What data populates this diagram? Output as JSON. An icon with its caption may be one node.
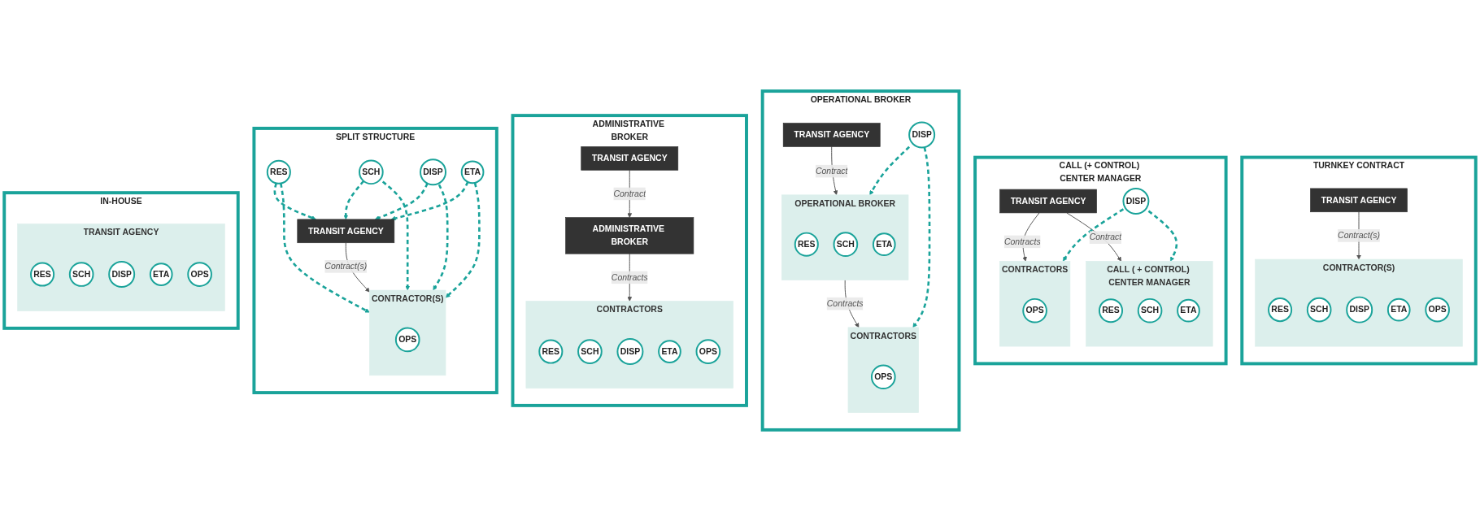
{
  "diagram": {
    "nodes": [
      {
        "text": [
          "IN-HOUSE"
        ]
      },
      {
        "text": [
          "TRANSIT AGENCY"
        ],
        "in": 0
      },
      {
        "text": [
          "RES"
        ],
        "in": 1
      },
      {
        "text": [
          "SCH"
        ],
        "in": 1
      },
      {
        "text": [
          "DISP"
        ],
        "in": 1
      },
      {
        "text": [
          "ETA"
        ],
        "in": 1
      },
      {
        "text": [
          "OPS"
        ],
        "in": 1
      },
      {
        "text": [
          "SPLIT STRUCTURE"
        ]
      },
      {
        "text": [
          "TRANSIT AGENCY"
        ],
        "in": 7
      },
      {
        "text": [
          "RES"
        ],
        "in": 7
      },
      {
        "text": [
          "SCH"
        ],
        "in": 7
      },
      {
        "text": [
          "DISP"
        ],
        "in": 7
      },
      {
        "text": [
          "ETA"
        ],
        "in": 7
      },
      {
        "text": [
          "CONTRACTOR(S)"
        ],
        "in": 7
      },
      {
        "text": [
          "OPS"
        ],
        "in": 13
      },
      {
        "text": [
          "ADMINISTRATIVE BROKER"
        ]
      },
      {
        "text": [
          "TRANSIT AGENCY"
        ],
        "in": 15
      },
      {
        "text": [
          "ADMINISTRATIVE BROKER"
        ],
        "in": 15
      },
      {
        "text": [
          "CONTRACTORS"
        ],
        "in": 15
      },
      {
        "text": [
          "RES"
        ],
        "in": 18
      },
      {
        "text": [
          "SCH"
        ],
        "in": 18
      },
      {
        "text": [
          "DISP"
        ],
        "in": 18
      },
      {
        "text": [
          "ETA"
        ],
        "in": 18
      },
      {
        "text": [
          "OPS"
        ],
        "in": 18
      },
      {
        "text": [
          "OPERATIONAL BROKER"
        ]
      },
      {
        "text": [
          "TRANSIT AGENCY"
        ],
        "in": 24
      },
      {
        "text": [
          "OPERATIONAL BROKER"
        ],
        "in": 24
      },
      {
        "text": [
          "RES"
        ],
        "in": 26
      },
      {
        "text": [
          "SCH"
        ],
        "in": 26
      },
      {
        "text": [
          "ETA"
        ],
        "in": 26
      },
      {
        "text": [
          "DISP"
        ],
        "in": 24
      },
      {
        "text": [
          "CONTRACTORS"
        ],
        "in": 24
      },
      {
        "text": [
          "OPS"
        ],
        "in": 31
      },
      {
        "text": [
          "CALL (+ CONTROL) CENTER MANAGER"
        ]
      },
      {
        "text": [
          "TRANSIT AGENCY"
        ],
        "in": 33
      },
      {
        "text": [
          "CALL ( + CONTROL) CENTER MANAGER"
        ],
        "in": 33
      },
      {
        "text": [
          "RES"
        ],
        "in": 35
      },
      {
        "text": [
          "SCH"
        ],
        "in": 35
      },
      {
        "text": [
          "ETA"
        ],
        "in": 35
      },
      {
        "text": [
          "DISP"
        ],
        "in": 33
      },
      {
        "text": [
          "CONTRACTORS"
        ],
        "in": 33
      },
      {
        "text": [
          "OPS"
        ],
        "in": 40
      },
      {
        "text": [
          "TURNKEY CONTRACT"
        ]
      },
      {
        "text": [
          "TRANSIT AGENCY"
        ],
        "in": 42
      },
      {
        "text": [
          "CONTRACTOR(S)"
        ],
        "in": 42
      },
      {
        "text": [
          "RES"
        ],
        "in": 44
      },
      {
        "text": [
          "SCH"
        ],
        "in": 44
      },
      {
        "text": [
          "DISP"
        ],
        "in": 44
      },
      {
        "text": [
          "ETA"
        ],
        "in": 44
      },
      {
        "text": [
          "OPS"
        ],
        "in": 44
      }
    ],
    "edges": [
      {
        "from": 8,
        "to": 13,
        "arrow": "to",
        "label": "Contract(s)"
      },
      {
        "from": 9,
        "to": 8,
        "arrow": "to",
        "style": "dashed",
        "color": "#1aa39a"
      },
      {
        "from": 9,
        "to": 13,
        "arrow": "to",
        "style": "dashed",
        "color": "#1aa39a"
      },
      {
        "from": 10,
        "to": 8,
        "arrow": "to",
        "style": "dashed",
        "color": "#1aa39a"
      },
      {
        "from": 10,
        "to": 13,
        "arrow": "to",
        "style": "dashed",
        "color": "#1aa39a"
      },
      {
        "from": 11,
        "to": 8,
        "arrow": "to",
        "style": "dashed",
        "color": "#1aa39a"
      },
      {
        "from": 11,
        "to": 13,
        "arrow": "to",
        "style": "dashed",
        "color": "#1aa39a"
      },
      {
        "from": 12,
        "to": 8,
        "arrow": "to",
        "style": "dashed",
        "color": "#1aa39a"
      },
      {
        "from": 12,
        "to": 13,
        "arrow": "to",
        "style": "dashed",
        "color": "#1aa39a"
      },
      {
        "from": 16,
        "to": 17,
        "arrow": "to",
        "label": "Contract"
      },
      {
        "from": 17,
        "to": 18,
        "arrow": "to",
        "label": "Contracts"
      },
      {
        "from": 25,
        "to": 26,
        "arrow": "to",
        "label": "Contract"
      },
      {
        "from": 26,
        "to": 31,
        "arrow": "to",
        "label": "Contracts"
      },
      {
        "from": 30,
        "to": 26,
        "arrow": "to",
        "style": "dashed",
        "color": "#1aa39a"
      },
      {
        "from": 30,
        "to": 31,
        "arrow": "to",
        "style": "dashed",
        "color": "#1aa39a"
      },
      {
        "from": 34,
        "to": 35,
        "arrow": "to",
        "label": "Contract"
      },
      {
        "from": 34,
        "to": 40,
        "arrow": "to",
        "label": "Contracts"
      },
      {
        "from": 39,
        "to": 35,
        "arrow": "to",
        "style": "dashed",
        "color": "#1aa39a"
      },
      {
        "from": 39,
        "to": 40,
        "arrow": "to",
        "style": "dashed",
        "color": "#1aa39a"
      },
      {
        "from": 43,
        "to": 44,
        "arrow": "to",
        "label": "Contract(s)"
      }
    ]
  }
}
